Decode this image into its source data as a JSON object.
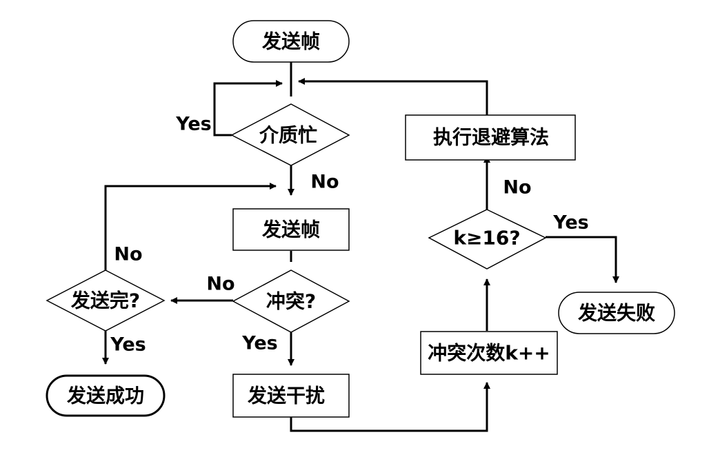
{
  "nodes": {
    "start": "发送帧",
    "medium_busy": "介质忙",
    "send_frame": "发送帧",
    "collision": "冲突?",
    "send_done": "发送完?",
    "success": "发送成功",
    "jam": "发送干扰",
    "collision_count": "冲突次数k++",
    "k_check": "k≥16?",
    "fail": "发送失败",
    "backoff": "执行退避算法"
  },
  "edges": {
    "busy_yes": "Yes",
    "busy_no": "No",
    "done_no": "No",
    "collision_no": "No",
    "done_yes": "Yes",
    "collision_yes": "Yes",
    "k_no": "No",
    "k_yes": "Yes"
  }
}
